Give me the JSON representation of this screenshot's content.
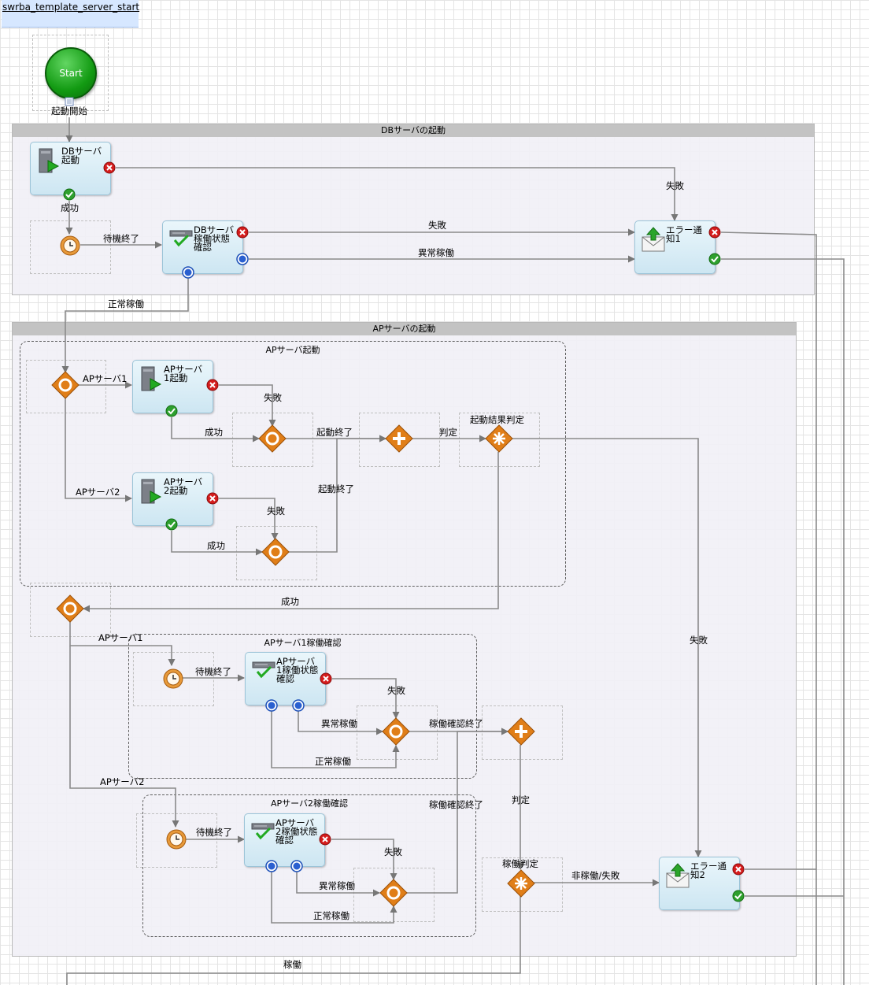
{
  "title": "swrba_template_server_start",
  "start": {
    "label": "Start",
    "caption": "起動開始"
  },
  "lanes": {
    "db": "DBサーバの起動",
    "ap": "APサーバの起動"
  },
  "groups": {
    "ap_start": "APサーバ起動",
    "ap1_check": "APサーバ1稼働確認",
    "ap2_check": "APサーバ2稼働確認"
  },
  "tasks": {
    "db_start": "DBサーバ\n起動",
    "db_check": "DBサーバ\n稼働状態\n確認",
    "err1": "エラー通\n知1",
    "ap1_start": "APサーバ\n1起動",
    "ap2_start": "APサーバ\n2起動",
    "ap1_check": "APサーバ\n1稼働状態\n確認",
    "ap2_check": "APサーバ\n2稼働状態\n確認",
    "err2": "エラー通\n知2"
  },
  "node_labels": {
    "judge1": "起動結果判定",
    "judge2": "稼働判定"
  },
  "edge_labels": {
    "db_success": "成功",
    "db_fail": "失敗",
    "wait_end_1": "待機終了",
    "check_fail": "失敗",
    "check_abnormal": "異常稼働",
    "check_normal": "正常稼働",
    "ap1_branch": "APサーバ1",
    "ap2_branch": "APサーバ2",
    "ap1_fail": "失敗",
    "ap1_success": "成功",
    "ap2_fail": "失敗",
    "ap2_success": "成功",
    "start_end_1": "起動終了",
    "start_end_2": "起動終了",
    "judge_1": "判定",
    "start_success": "成功",
    "start_fail": "失敗",
    "ap1_branch_b": "APサーバ1",
    "ap2_branch_b": "APサーバ2",
    "wait_end_2": "待機終了",
    "wait_end_3": "待機終了",
    "ap1c_fail": "失敗",
    "ap1c_abnormal": "異常稼働",
    "ap1c_normal": "正常稼働",
    "ap1c_end": "稼働確認終了",
    "ap2c_fail": "失敗",
    "ap2c_abnormal": "異常稼働",
    "ap2c_normal": "正常稼働",
    "ap2c_end": "稼働確認終了",
    "judge_2": "判定",
    "not_running": "非稼働/失敗",
    "running": "稼働"
  },
  "colors": {
    "task_fill": "#d4eaf4",
    "gateway": "#e07e18",
    "error": "#d41c1c",
    "ok": "#2ea02e",
    "status": "#2a5fd0",
    "edge": "#808080"
  }
}
